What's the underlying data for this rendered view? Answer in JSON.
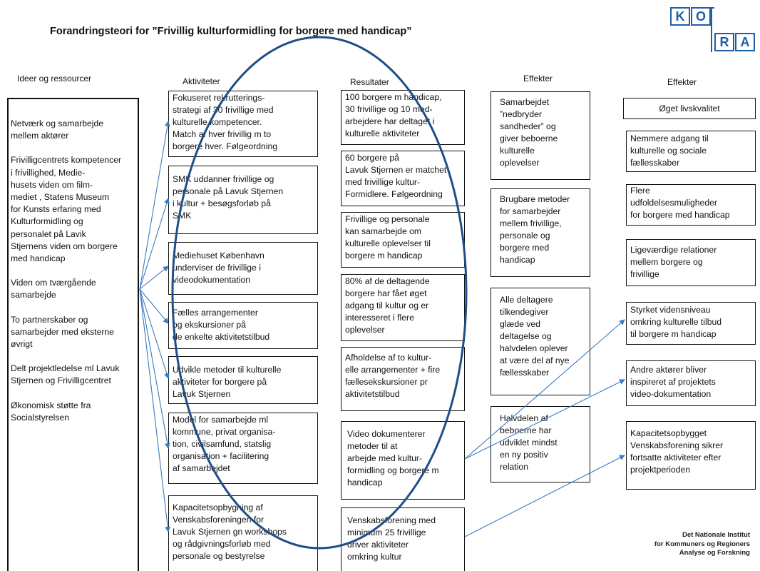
{
  "title": "Forandringsteori for  ”Frivillig kulturformidling for borgere med handicap”",
  "logo": {
    "letters": [
      "K",
      "O",
      "R",
      "A"
    ],
    "color": "#1e5fa8"
  },
  "institute": [
    "Det Nationale Institut",
    "for Kommuners og Regioners",
    "Analyse og Forskning"
  ],
  "headers": {
    "ideas": "Ideer og ressourcer",
    "activities": "Aktiviteter",
    "results": "Resultater",
    "effects1": "Effekter",
    "effects2": "Effekter"
  },
  "ideas": [
    [
      "Netværk og samarbejde",
      "mellem aktører"
    ],
    [
      "Frivilligcentrets kompetencer",
      " i frivillighed, Medie-",
      "husets viden om film-",
      "mediet , Statens Museum",
      "for Kunsts erfaring med",
      "Kulturformidling og",
      "personalet på Lavik",
      "Stjernens viden om borgere",
      "med handicap"
    ],
    [
      "Viden om tværgående",
      "samarbejde"
    ],
    [
      "To partnerskaber og",
      "samarbejder med eksterne",
      " øvrigt"
    ],
    [
      "Delt projektledelse ml Lavuk",
      "Stjernen og Frivilligcentret"
    ],
    [
      "Økonomisk støtte fra",
      "Socialstyrelsen"
    ]
  ],
  "activities": [
    [
      "Fokuseret rekrutterings-",
      "strategi af 30 frivillige med",
      "kulturelle kompetencer.",
      "Match af hver frivillig m to",
      "borgere hver. Følgeordning"
    ],
    [
      "SMK uddanner frivillige og",
      " personale  på Lavuk Stjernen",
      " i kultur +  besøgsforløb på",
      "SMK"
    ],
    [
      "Mediehuset København",
      "underviser de frivillige i",
      "videodokumentation"
    ],
    [
      "Fælles arrangementer",
      " og ekskursioner på",
      "de enkelte aktivitetstilbud"
    ],
    [
      "Udvikle metoder til kulturelle",
      " aktiviteter for borgere på",
      "Lavuk Stjernen"
    ],
    [
      "Model for samarbejde ml",
      "kommune,  privat organisa-",
      "tion, civilsamfund, statslig",
      "organisation + facilitering",
      "af samarbejdet"
    ],
    [
      "Kapacitetsopbygning af",
      "Venskabsforeningen for",
      "Lavuk Stjernen gn workshops",
      "og rådgivningsforløb med",
      "personale og bestyrelse"
    ]
  ],
  "results": [
    [
      "100 borgere m handicap,",
      "30 frivillige og 10 med-",
      "arbejdere har deltaget i",
      "kulturelle aktiviteter"
    ],
    [
      "60 borgere på",
      "Lavuk Stjernen er matchet",
      "med frivillige kultur-",
      "Formidlere. Følgeordning"
    ],
    [
      "Frivillige og personale",
      "kan samarbejde om",
      "kulturelle oplevelser til",
      "borgere m handicap"
    ],
    [
      "80% af de deltagende",
      "borgere har fået øget",
      "adgang til kultur og er",
      "interesseret i flere",
      "oplevelser"
    ],
    [
      "Afholdelse af to kultur-",
      "elle arrangementer + fire",
      "fællesekskursioner pr",
      "aktivitetstilbud"
    ],
    [
      "Video dokumenterer",
      "metoder til at",
      "arbejde med  kultur-",
      "formidling og borgere m",
      "handicap"
    ],
    [
      "Venskabsforening med",
      "minimum 25 frivillige",
      "driver aktiviteter",
      "omkring kultur"
    ]
  ],
  "effects1": [
    [
      "Samarbejdet",
      "”nedbryder",
      "sandheder” og",
      "giver beboerne",
      "kulturelle",
      "oplevelser"
    ],
    [
      "Brugbare metoder",
      "for samarbejder",
      "mellem frivillige,",
      "personale og",
      "borgere med",
      "handicap"
    ],
    [
      "Alle deltagere",
      "tilkendegiver",
      "glæde ved",
      "deltagelse og",
      "halvdelen oplever",
      "at være del af nye",
      "fællesskaber"
    ],
    [
      "Halvdelen af",
      "beboerne  har",
      "udviklet mindst",
      " en ny  positiv",
      "relation"
    ]
  ],
  "effects2": [
    [
      "Øget livskvalitet"
    ],
    [
      "Nemmere  adgang til",
      "kulturelle og sociale",
      "fællesskaber"
    ],
    [
      "Flere",
      "udfoldelsesmuligheder",
      "for borgere med handicap"
    ],
    [
      "Ligeværdige relationer",
      "mellem borgere og",
      "frivillige"
    ],
    [
      "Styrket vidensniveau",
      "omkring kulturelle tilbud",
      "til borgere m handicap"
    ],
    [
      "Andre aktører bliver",
      "inspireret af projektets",
      "video-dokumentation"
    ],
    [
      "Kapacitetsopbygget",
      "Venskabsforening sikrer",
      "fortsatte aktiviteter efter",
      "projektperioden"
    ]
  ],
  "colors": {
    "arrow": "#3a7cc4",
    "ellipse": "#1f4e87",
    "border": "#111111"
  }
}
